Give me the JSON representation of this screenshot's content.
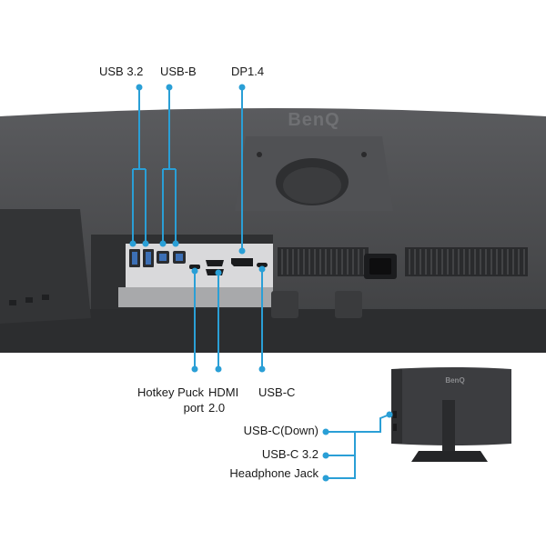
{
  "brand": {
    "logo_text": "BenQ"
  },
  "colors": {
    "callout": "#2a9fd6",
    "monitor_body": "#4a4b4d",
    "monitor_dark": "#2a2b2d",
    "io_panel": "#d9d9db"
  },
  "top_labels": {
    "usb32": "USB 3.2",
    "usbb": "USB-B",
    "dp": "DP1.4"
  },
  "bottom_labels": {
    "hotkey_line1": "Hotkey Puck",
    "hotkey_line2": "port",
    "hdmi_line1": "HDMI",
    "hdmi_line2": "2.0",
    "usbc": "USB-C"
  },
  "side_labels": {
    "usbc_down": "USB-C(Down)",
    "usbc32": "USB-C 3.2",
    "headphone": "Headphone Jack"
  }
}
